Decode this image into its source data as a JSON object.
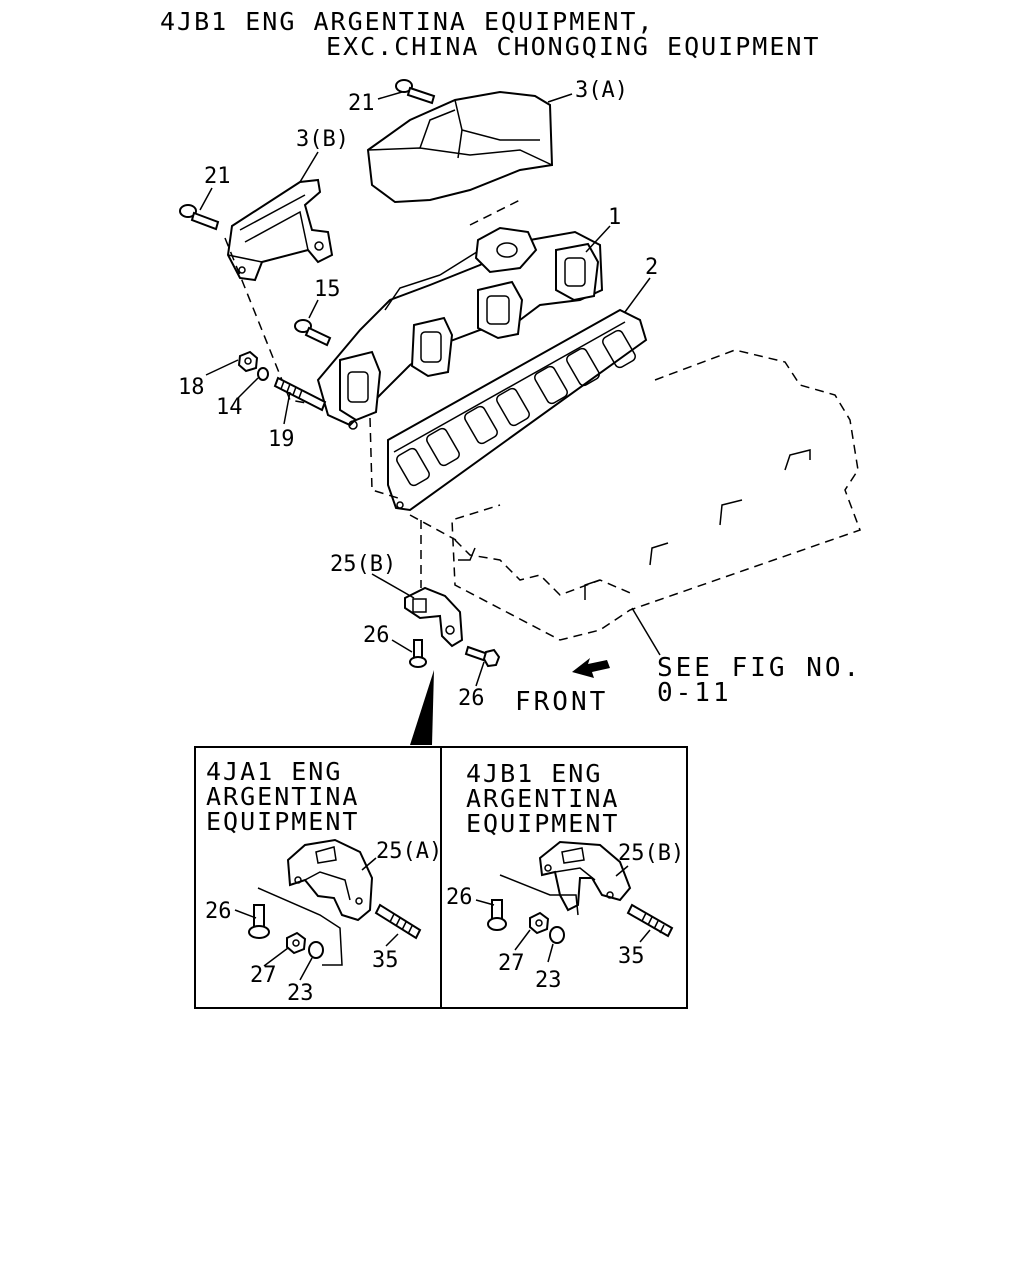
{
  "header": {
    "line1": "4JB1 ENG ARGENTINA EQUIPMENT,",
    "line2": "EXC.CHINA CHONGQING EQUIPMENT"
  },
  "callouts": {
    "c21a": "21",
    "c3a": "3(A)",
    "c3b": "3(B)",
    "c21b": "21",
    "c1": "1",
    "c2": "2",
    "c15": "15",
    "c18": "18",
    "c14": "14",
    "c19": "19",
    "c25b": "25(B)",
    "c26a": "26",
    "c26b": "26"
  },
  "see_fig": {
    "line1": "SEE FIG NO.",
    "line2": "0-11"
  },
  "front_label": "FRONT",
  "inset_left": {
    "title1": "4JA1 ENG",
    "title2": "ARGENTINA",
    "title3": "EQUIPMENT",
    "c25": "25(A)",
    "c26": "26",
    "c27": "27",
    "c23": "23",
    "c35": "35"
  },
  "inset_right": {
    "title1": "4JB1 ENG",
    "title2": "ARGENTINA",
    "title3": "EQUIPMENT",
    "c25": "25(B)",
    "c26": "26",
    "c27": "27",
    "c23": "23",
    "c35": "35"
  }
}
